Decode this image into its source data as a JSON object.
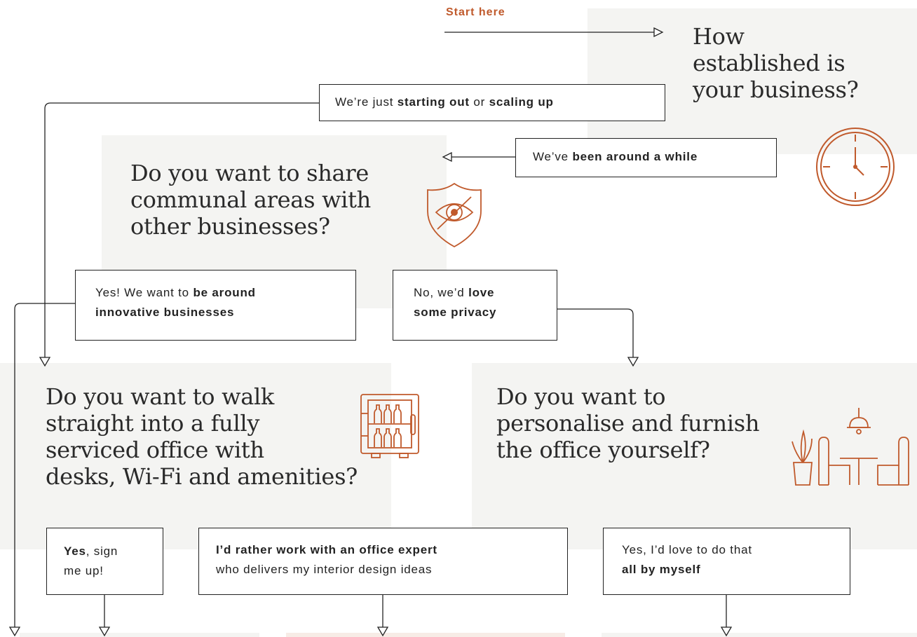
{
  "start_label": "Start here",
  "q1": {
    "line1": "How",
    "line2": "established is",
    "line3": "your business?"
  },
  "q2": {
    "line1": "Do you want to share",
    "line2": "communal areas with",
    "line3": "other businesses?"
  },
  "q3": {
    "line1": "Do you want to walk",
    "line2": "straight into a fully",
    "line3": "serviced office with",
    "line4": "desks, Wi-Fi and amenities?"
  },
  "q4": {
    "line1": "Do you want to",
    "line2": "personalise and furnish",
    "line3": "the office yourself?"
  },
  "a_starting": {
    "pre": "We’re just ",
    "b1": "starting out",
    "mid": " or ",
    "b2": "scaling up"
  },
  "a_around": {
    "pre": "We’ve ",
    "b1": "been around a while"
  },
  "a_yes_innovative": {
    "pre": "Yes! We want to ",
    "b1": "be around",
    "b2": "innovative businesses"
  },
  "a_privacy": {
    "pre": "No, we’d ",
    "b1": "love",
    "b2": "some privacy"
  },
  "a_sign_up": {
    "b1": "Yes",
    "post": ", sign",
    "line2": "me up!"
  },
  "a_expert": {
    "b1": "I’d rather work with an office expert",
    "line2": "who delivers my interior design ideas"
  },
  "a_by_myself": {
    "line1": "Yes, I’d love to do that",
    "b1": "all by myself"
  },
  "colors": {
    "accent": "#c05a2c",
    "panel": "#f4f4f2",
    "line": "#222222"
  },
  "icons": [
    "clock-icon",
    "privacy-shield-icon",
    "fridge-icon",
    "furniture-icon"
  ]
}
